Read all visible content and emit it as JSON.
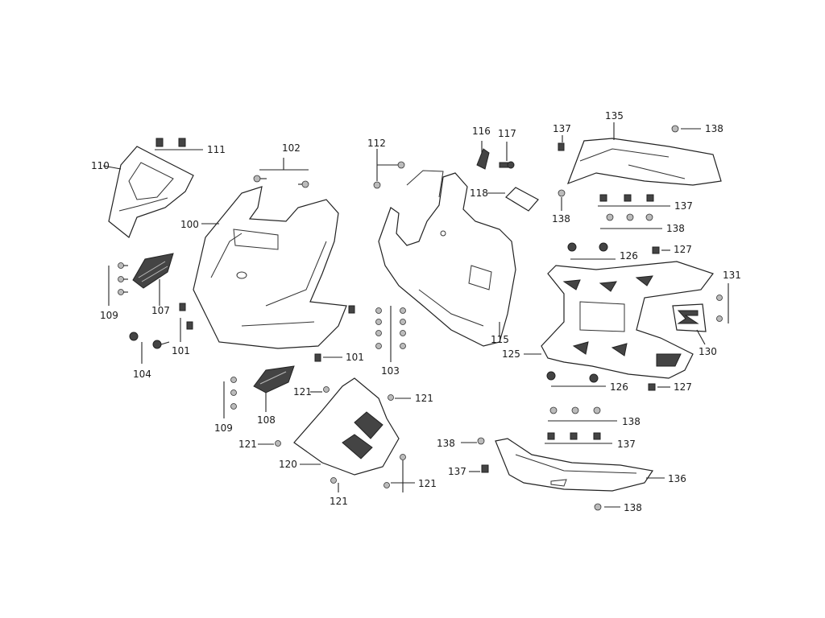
{
  "diagram": {
    "type": "exploded parts diagram",
    "labels": {
      "l100": "100",
      "l101a": "101",
      "l101b": "101",
      "l102": "102",
      "l103": "103",
      "l104": "104",
      "l107": "107",
      "l108": "108",
      "l109a": "109",
      "l109b": "109",
      "l110": "110",
      "l111": "111",
      "l112": "112",
      "l115": "115",
      "l116": "116",
      "l117": "117",
      "l118": "118",
      "l120": "120",
      "l121a": "121",
      "l121b": "121",
      "l121c": "121",
      "l121d": "121",
      "l121e": "121",
      "l125": "125",
      "l126a": "126",
      "l126b": "126",
      "l127a": "127",
      "l127b": "127",
      "l130": "130",
      "l131": "131",
      "l135": "135",
      "l136": "136",
      "l137a": "137",
      "l137b": "137",
      "l137c": "137",
      "l137d": "137",
      "l138a": "138",
      "l138b": "138",
      "l138c": "138",
      "l138d": "138",
      "l138e": "138",
      "l138f": "138"
    }
  }
}
